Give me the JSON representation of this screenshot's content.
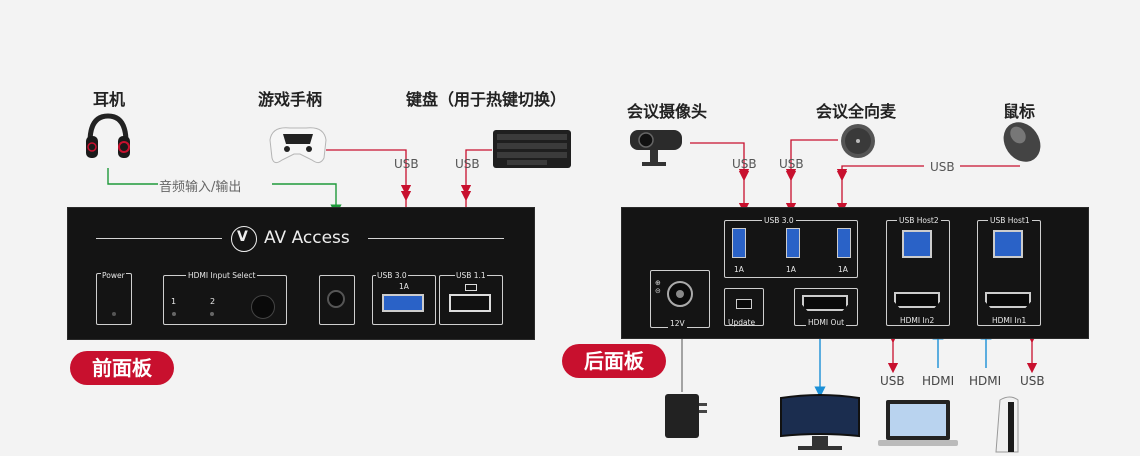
{
  "colors": {
    "red": "#c8102e",
    "green": "#1e9a3a",
    "blue": "#1a8fd6",
    "gray": "#888888",
    "panel": "#141414"
  },
  "front": {
    "badge": "前面板",
    "brand": "AV Access",
    "labels": {
      "headphone": "耳机",
      "gamepad": "游戏手柄",
      "keyboard": "键盘（用于热键切换）"
    },
    "audio_line": "音频输入/输出",
    "usb_tags": [
      "USB",
      "USB"
    ],
    "power": "Power",
    "hdmi_select": "HDMI Input Select",
    "btn1": "1",
    "btn2": "2",
    "usb30": "USB 3.0",
    "usb30_current": "1A",
    "usb11": "USB 1.1"
  },
  "rear": {
    "badge": "后面板",
    "labels": {
      "camera": "会议摄像头",
      "speaker": "会议全向麦",
      "mouse": "鼠标"
    },
    "usb_tags": [
      "USB",
      "USB",
      "USB"
    ],
    "usb30": "USB 3.0",
    "currents": [
      "1A",
      "1A",
      "1A"
    ],
    "host2": "USB Host2",
    "host1": "USB Host1",
    "power": "12V",
    "update": "Update",
    "hdmi_out": "HDMI Out",
    "hdmi_in2": "HDMI In2",
    "hdmi_in1": "HDMI In1",
    "bottom_tags": [
      "USB",
      "HDMI",
      "HDMI",
      "USB"
    ]
  }
}
